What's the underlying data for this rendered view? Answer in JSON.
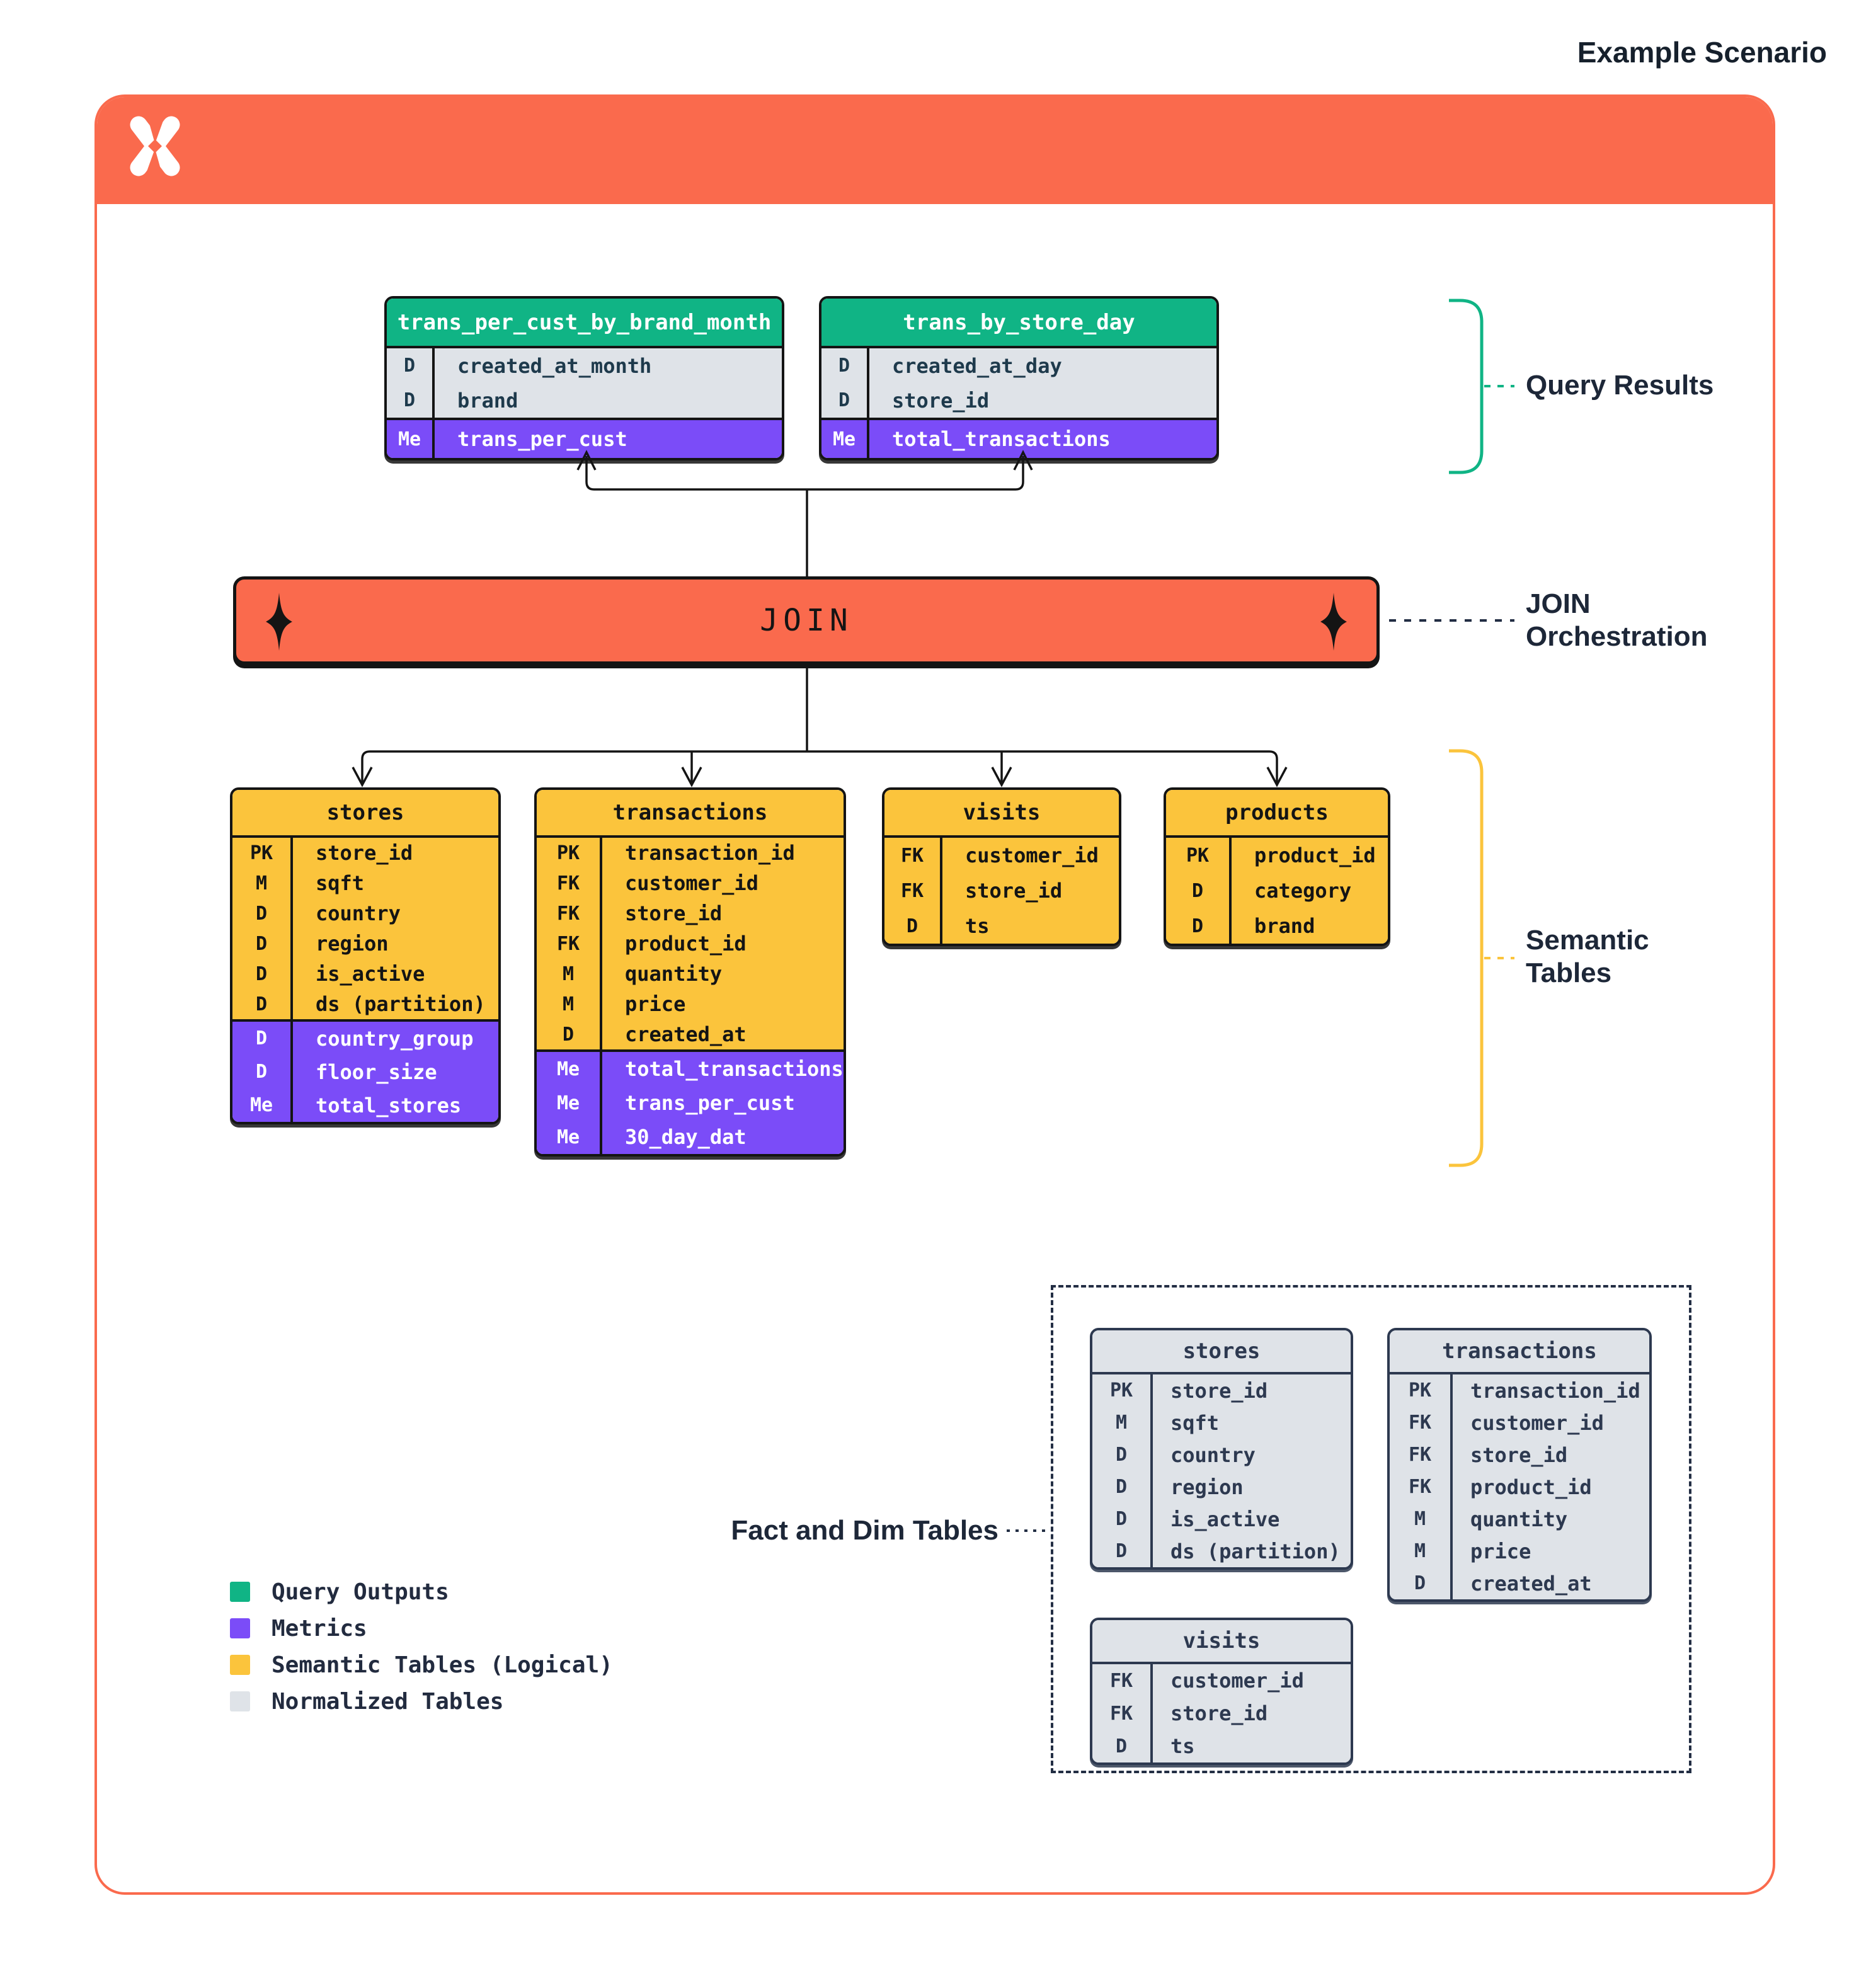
{
  "title": "Example Scenario",
  "join_bar": {
    "label": "JOIN"
  },
  "annotations": {
    "query_results": "Query Results",
    "join_orchestration_l1": "JOIN",
    "join_orchestration_l2": "Orchestration",
    "semantic_l1": "Semantic",
    "semantic_l2": "Tables",
    "fact_dim": "Fact and Dim Tables"
  },
  "query_result_tables": [
    {
      "title": "trans_per_cust_by_brand_month",
      "rows": [
        [
          "D",
          "created_at_month"
        ],
        [
          "D",
          "brand"
        ]
      ],
      "metrics": [
        [
          "Me",
          "trans_per_cust"
        ]
      ]
    },
    {
      "title": "trans_by_store_day",
      "rows": [
        [
          "D",
          "created_at_day"
        ],
        [
          "D",
          "store_id"
        ]
      ],
      "metrics": [
        [
          "Me",
          "total_transactions"
        ]
      ]
    }
  ],
  "semantic_tables": [
    {
      "title": "stores",
      "rows": [
        [
          "PK",
          "store_id"
        ],
        [
          "M",
          "sqft"
        ],
        [
          "D",
          "country"
        ],
        [
          "D",
          "region"
        ],
        [
          "D",
          "is_active"
        ],
        [
          "D",
          "ds (partition)"
        ]
      ],
      "metrics": [
        [
          "D",
          "country_group"
        ],
        [
          "D",
          "floor_size"
        ],
        [
          "Me",
          "total_stores"
        ]
      ]
    },
    {
      "title": "transactions",
      "rows": [
        [
          "PK",
          "transaction_id"
        ],
        [
          "FK",
          "customer_id"
        ],
        [
          "FK",
          "store_id"
        ],
        [
          "FK",
          "product_id"
        ],
        [
          "M",
          "quantity"
        ],
        [
          "M",
          "price"
        ],
        [
          "D",
          "created_at"
        ]
      ],
      "metrics": [
        [
          "Me",
          "total_transactions"
        ],
        [
          "Me",
          "trans_per_cust"
        ],
        [
          "Me",
          "30_day_dat"
        ]
      ]
    },
    {
      "title": "visits",
      "rows": [
        [
          "FK",
          "customer_id"
        ],
        [
          "FK",
          "store_id"
        ],
        [
          "D",
          "ts"
        ]
      ],
      "metrics": []
    },
    {
      "title": "products",
      "rows": [
        [
          "PK",
          "product_id"
        ],
        [
          "D",
          "category"
        ],
        [
          "D",
          "brand"
        ]
      ],
      "metrics": []
    }
  ],
  "normalized_tables": [
    {
      "title": "stores",
      "rows": [
        [
          "PK",
          "store_id"
        ],
        [
          "M",
          "sqft"
        ],
        [
          "D",
          "country"
        ],
        [
          "D",
          "region"
        ],
        [
          "D",
          "is_active"
        ],
        [
          "D",
          "ds (partition)"
        ]
      ],
      "metrics": []
    },
    {
      "title": "transactions",
      "rows": [
        [
          "PK",
          "transaction_id"
        ],
        [
          "FK",
          "customer_id"
        ],
        [
          "FK",
          "store_id"
        ],
        [
          "FK",
          "product_id"
        ],
        [
          "M",
          "quantity"
        ],
        [
          "M",
          "price"
        ],
        [
          "D",
          "created_at"
        ]
      ],
      "metrics": []
    },
    {
      "title": "visits",
      "rows": [
        [
          "FK",
          "customer_id"
        ],
        [
          "FK",
          "store_id"
        ],
        [
          "D",
          "ts"
        ]
      ],
      "metrics": []
    }
  ],
  "legend": [
    {
      "label": "Query Outputs",
      "color": "#10b485"
    },
    {
      "label": "Metrics",
      "color": "#7b4cf8"
    },
    {
      "label": "Semantic Tables (Logical)",
      "color": "#fbc43c"
    },
    {
      "label": "Normalized Tables",
      "color": "#dfe3e8"
    }
  ],
  "colors": {
    "orange": "#fa6a4d",
    "green": "#10b485",
    "purple": "#7b4cf8",
    "yellow": "#fbc43c",
    "gray_table": "#dfe3e8",
    "ink": "#141414",
    "navy": "#1d2738"
  }
}
